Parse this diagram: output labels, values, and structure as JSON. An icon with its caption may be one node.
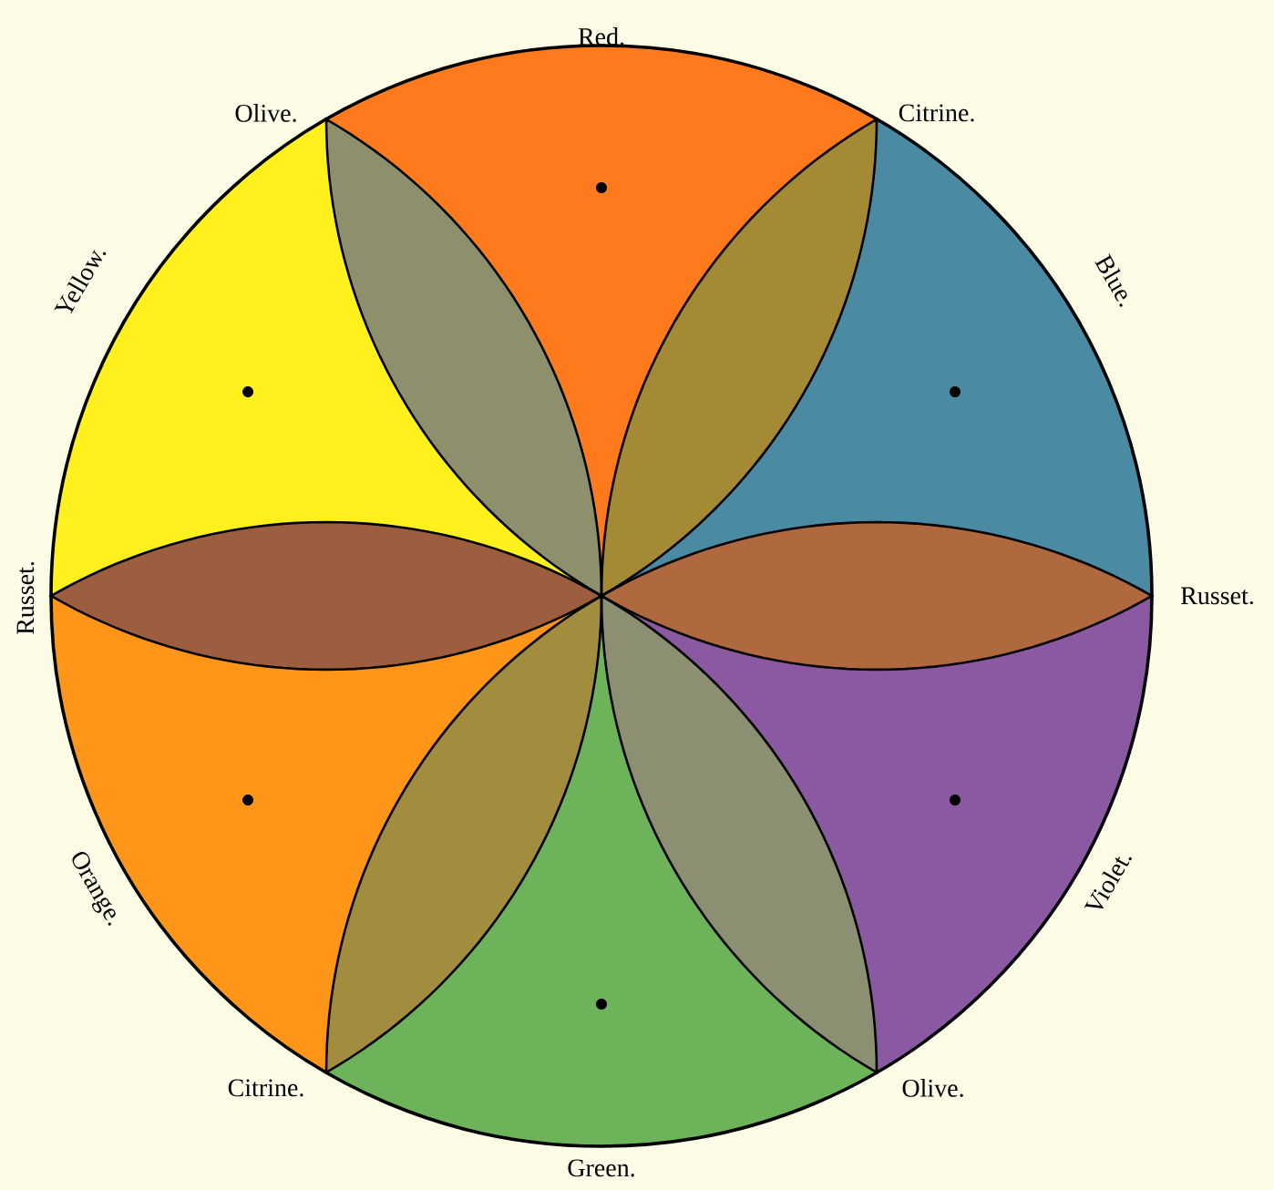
{
  "diagram": {
    "labels": [
      "Red.",
      "Olive.",
      "Citrine.",
      "Yellow.",
      "Blue.",
      "Russet.",
      "Russet.",
      "Orange.",
      "Violet.",
      "Citrine.",
      "Olive.",
      "Green."
    ]
  }
}
